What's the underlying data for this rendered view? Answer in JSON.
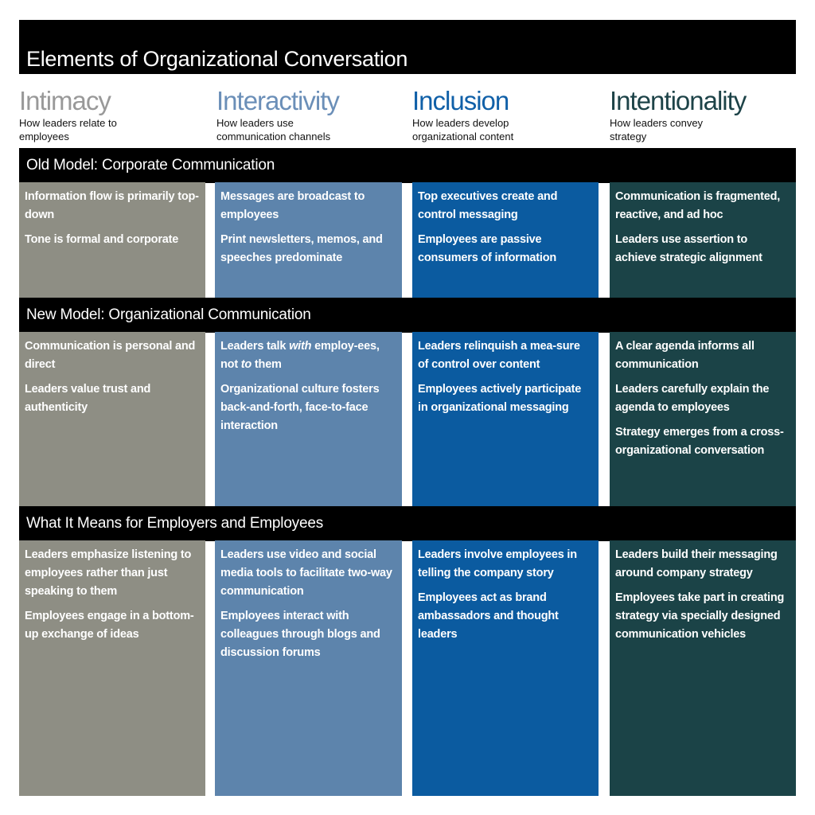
{
  "title": "Elements of Organizational Conversation",
  "columns": [
    {
      "heading": "Intimacy",
      "subtitle": "How leaders relate to employees",
      "color": "#999999"
    },
    {
      "heading": "Interactivity",
      "subtitle": "How leaders use communication channels",
      "color": "#6b8fb8"
    },
    {
      "heading": "Inclusion",
      "subtitle": "How leaders develop organizational content",
      "color": "#1060a8"
    },
    {
      "heading": "Intentionality",
      "subtitle": "How leaders convey strategy",
      "color": "#1d4348"
    }
  ],
  "sections": [
    {
      "title": "Old Model: Corporate Communication",
      "cells": [
        [
          "Information flow is primarily top-down",
          "Tone is formal and corporate"
        ],
        [
          "Messages are broadcast to employees",
          "Print newsletters, memos, and speeches predominate"
        ],
        [
          "Top executives create and control messaging",
          "Employees are passive consumers of information"
        ],
        [
          "Communication is fragmented, reactive, and ad hoc",
          "Leaders use assertion to achieve strategic alignment"
        ]
      ]
    },
    {
      "title": "New Model: Organizational Communication",
      "cells": [
        [
          "Communication is personal and direct",
          "Leaders value trust and authenticity"
        ],
        [
          "Leaders talk with employ-ees, not to them",
          "Organizational culture fosters back-and-forth, face-to-face interaction"
        ],
        [
          "Leaders relinquish a mea-sure of control over content",
          "Employees actively participate in organizational messaging"
        ],
        [
          "A clear agenda informs all communication",
          "Leaders carefully explain the agenda to employees",
          "Strategy emerges from a cross-organizational conversation"
        ]
      ]
    },
    {
      "title": "What It Means for Employers and Employees",
      "cells": [
        [
          "Leaders emphasize listening to employees rather than just speaking to them",
          "Employees engage in a bottom-up exchange of ideas"
        ],
        [
          "Leaders use video and social media tools to facilitate two-way communication",
          "Employees interact with colleagues through blogs and discussion forums"
        ],
        [
          "Leaders involve employees in telling the company story",
          "Employees act as brand ambassadors and thought leaders"
        ],
        [
          "Leaders build their messaging around company strategy",
          "Employees take part in creating strategy via specially designed communication vehicles"
        ]
      ]
    }
  ]
}
